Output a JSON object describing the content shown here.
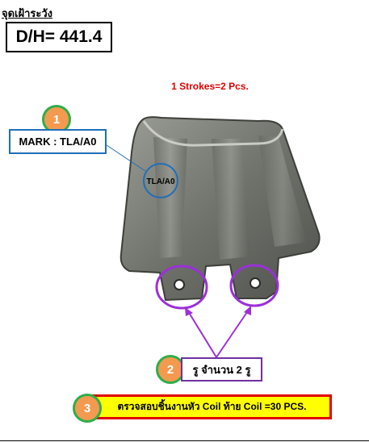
{
  "header": {
    "heading": "จุดเฝ้าระวัง",
    "dh_value": "D/H= 441.4"
  },
  "strokes_note": "1 Strokes=2 Pcs.",
  "callouts": [
    {
      "number": "1",
      "label": "MARK : TLA/A0"
    },
    {
      "number": "2",
      "label": "รู จำนวน 2 รู"
    },
    {
      "number": "3",
      "label": "ตรวจสอบชิ้นงานหัว Coil ท้าย Coil =30 PCS."
    }
  ],
  "part_mark_text": "TLA/A0",
  "colors": {
    "badge_fill": "#f39a50",
    "badge_ring": "#2fae4a",
    "mark_border": "#1f6fb8",
    "hole_highlight": "#9b30d9",
    "warning_fill": "#ffff00",
    "warning_border": "#e00000"
  }
}
